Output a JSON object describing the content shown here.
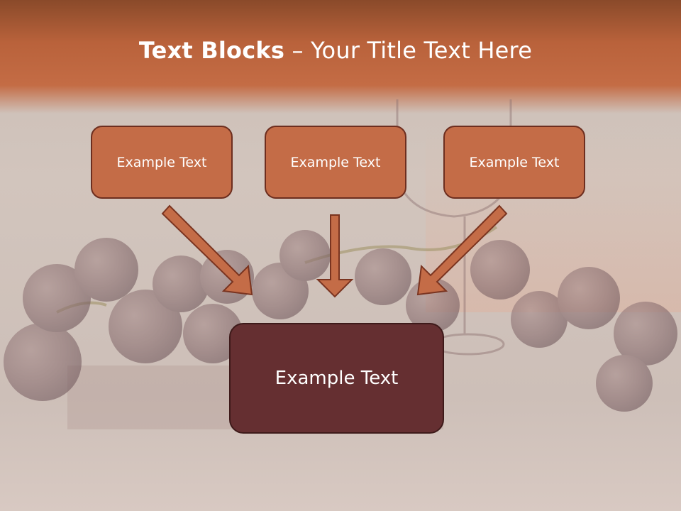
{
  "title": {
    "bold": "Text Blocks",
    "dash": " – ",
    "rest": "Your Title Text Here"
  },
  "blocks": {
    "left": "Example Text",
    "center": "Example Text",
    "right": "Example Text",
    "bottom": "Example Text"
  },
  "colors": {
    "header": "#c46c45",
    "box_fill": "#c46c47",
    "box_border": "#6d2e1f",
    "main_box_fill": "#652f31",
    "arrow_fill": "#c46c47",
    "arrow_border": "#7a3420"
  }
}
